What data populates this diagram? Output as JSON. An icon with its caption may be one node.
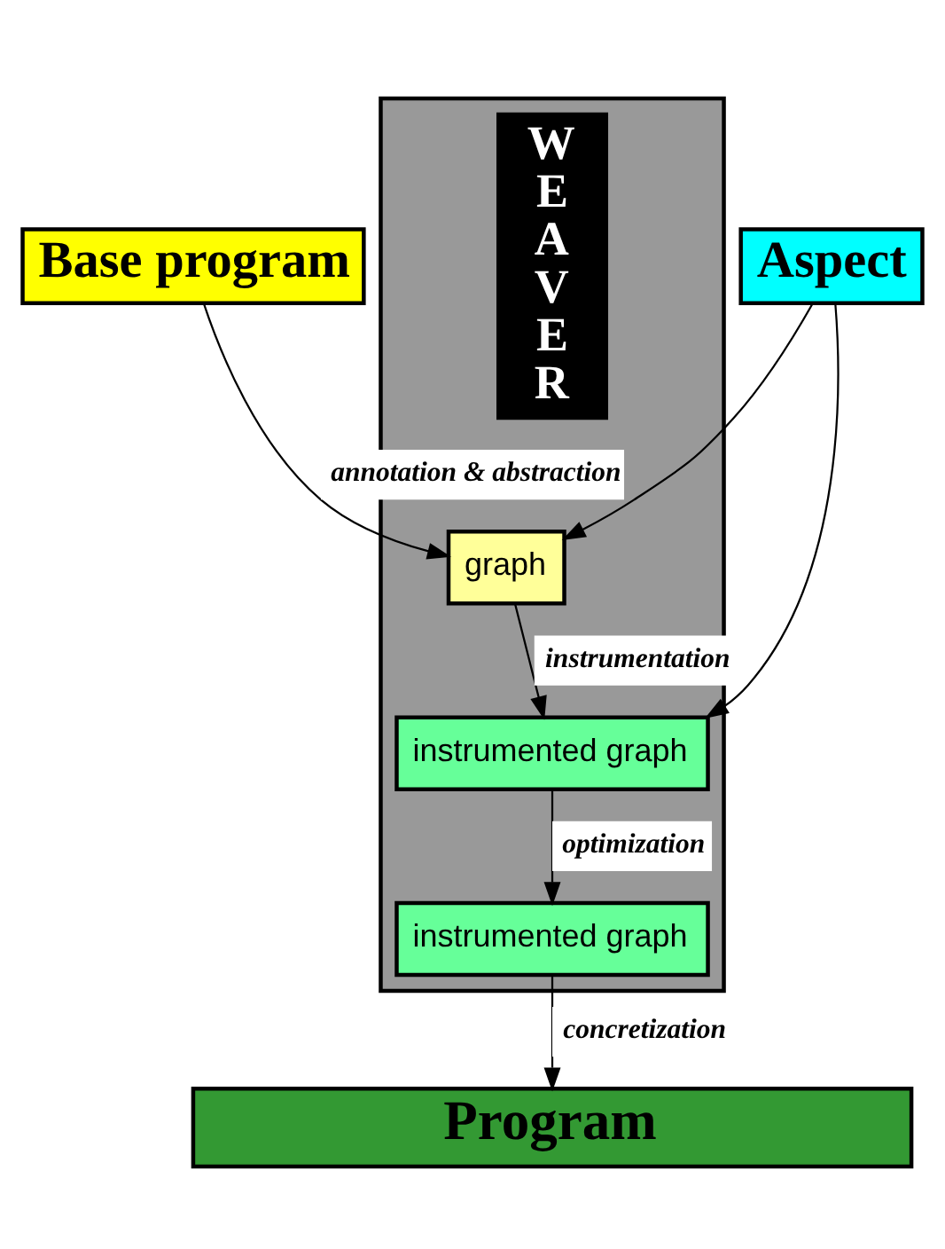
{
  "diagram": {
    "nodes": [
      {
        "text": [
          "Base program"
        ]
      },
      {
        "text": [
          "Aspect"
        ]
      },
      {
        "text": [],
        "shape": "box"
      },
      {
        "text": [
          "WEAVER"
        ],
        "in": 2
      },
      {
        "text": [
          "graph"
        ],
        "in": 2
      },
      {
        "text": [
          "instrumented graph"
        ],
        "in": 2
      },
      {
        "text": [
          "instrumented graph"
        ],
        "in": 2
      },
      {
        "text": [
          "Program"
        ]
      }
    ],
    "edges": [
      {
        "from": 0,
        "to": 4,
        "arrow": "to",
        "label": "annotation & abstraction"
      },
      {
        "from": 1,
        "to": 4,
        "arrow": "to"
      },
      {
        "from": 4,
        "to": 5,
        "arrow": "to",
        "label": "instrumentation"
      },
      {
        "from": 1,
        "to": 5,
        "arrow": "to"
      },
      {
        "from": 5,
        "to": 6,
        "arrow": "to",
        "label": "optimization"
      },
      {
        "from": 6,
        "to": 7,
        "arrow": "to",
        "label": "concretization"
      }
    ]
  }
}
